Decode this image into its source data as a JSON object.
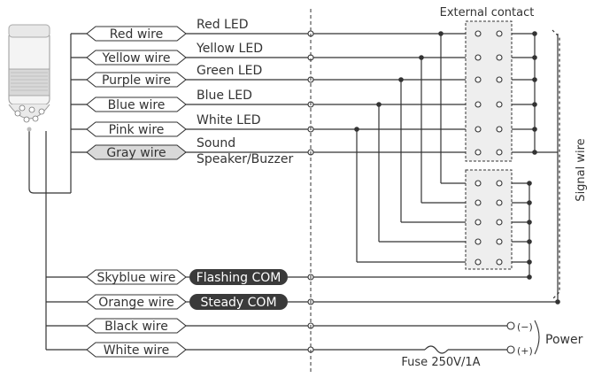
{
  "colors": {
    "line": "#333333",
    "label_fill": "#ffffff",
    "gray_label_fill": "#d9d9d9",
    "com_fill": "#3a3a3a",
    "com_text": "#ffffff",
    "contact_box_fill": "#eeeeee"
  },
  "wires": [
    {
      "id": "red",
      "label": "Red wire",
      "function": "Red LED"
    },
    {
      "id": "yellow",
      "label": "Yellow wire",
      "function": "Yellow LED"
    },
    {
      "id": "purple",
      "label": "Purple wire",
      "function": "Green LED"
    },
    {
      "id": "blue",
      "label": "Blue wire",
      "function": "Blue LED"
    },
    {
      "id": "pink",
      "label": "Pink wire",
      "function": "White LED"
    },
    {
      "id": "gray",
      "label": "Gray wire",
      "function": "Sound",
      "function_line2": "Speaker/Buzzer"
    }
  ],
  "com_wires": [
    {
      "id": "skyblue",
      "label": "Skyblue wire",
      "com": "Flashing COM"
    },
    {
      "id": "orange",
      "label": "Orange wire",
      "com": "Steady COM"
    }
  ],
  "power_wires": [
    {
      "id": "black",
      "label": "Black wire",
      "terminal": "(−)"
    },
    {
      "id": "white",
      "label": "White wire",
      "terminal": "(+)"
    }
  ],
  "labels": {
    "external_contact": "External contact",
    "signal_wire": "Signal wire",
    "power": "Power",
    "fuse": "Fuse 250V/1A"
  }
}
